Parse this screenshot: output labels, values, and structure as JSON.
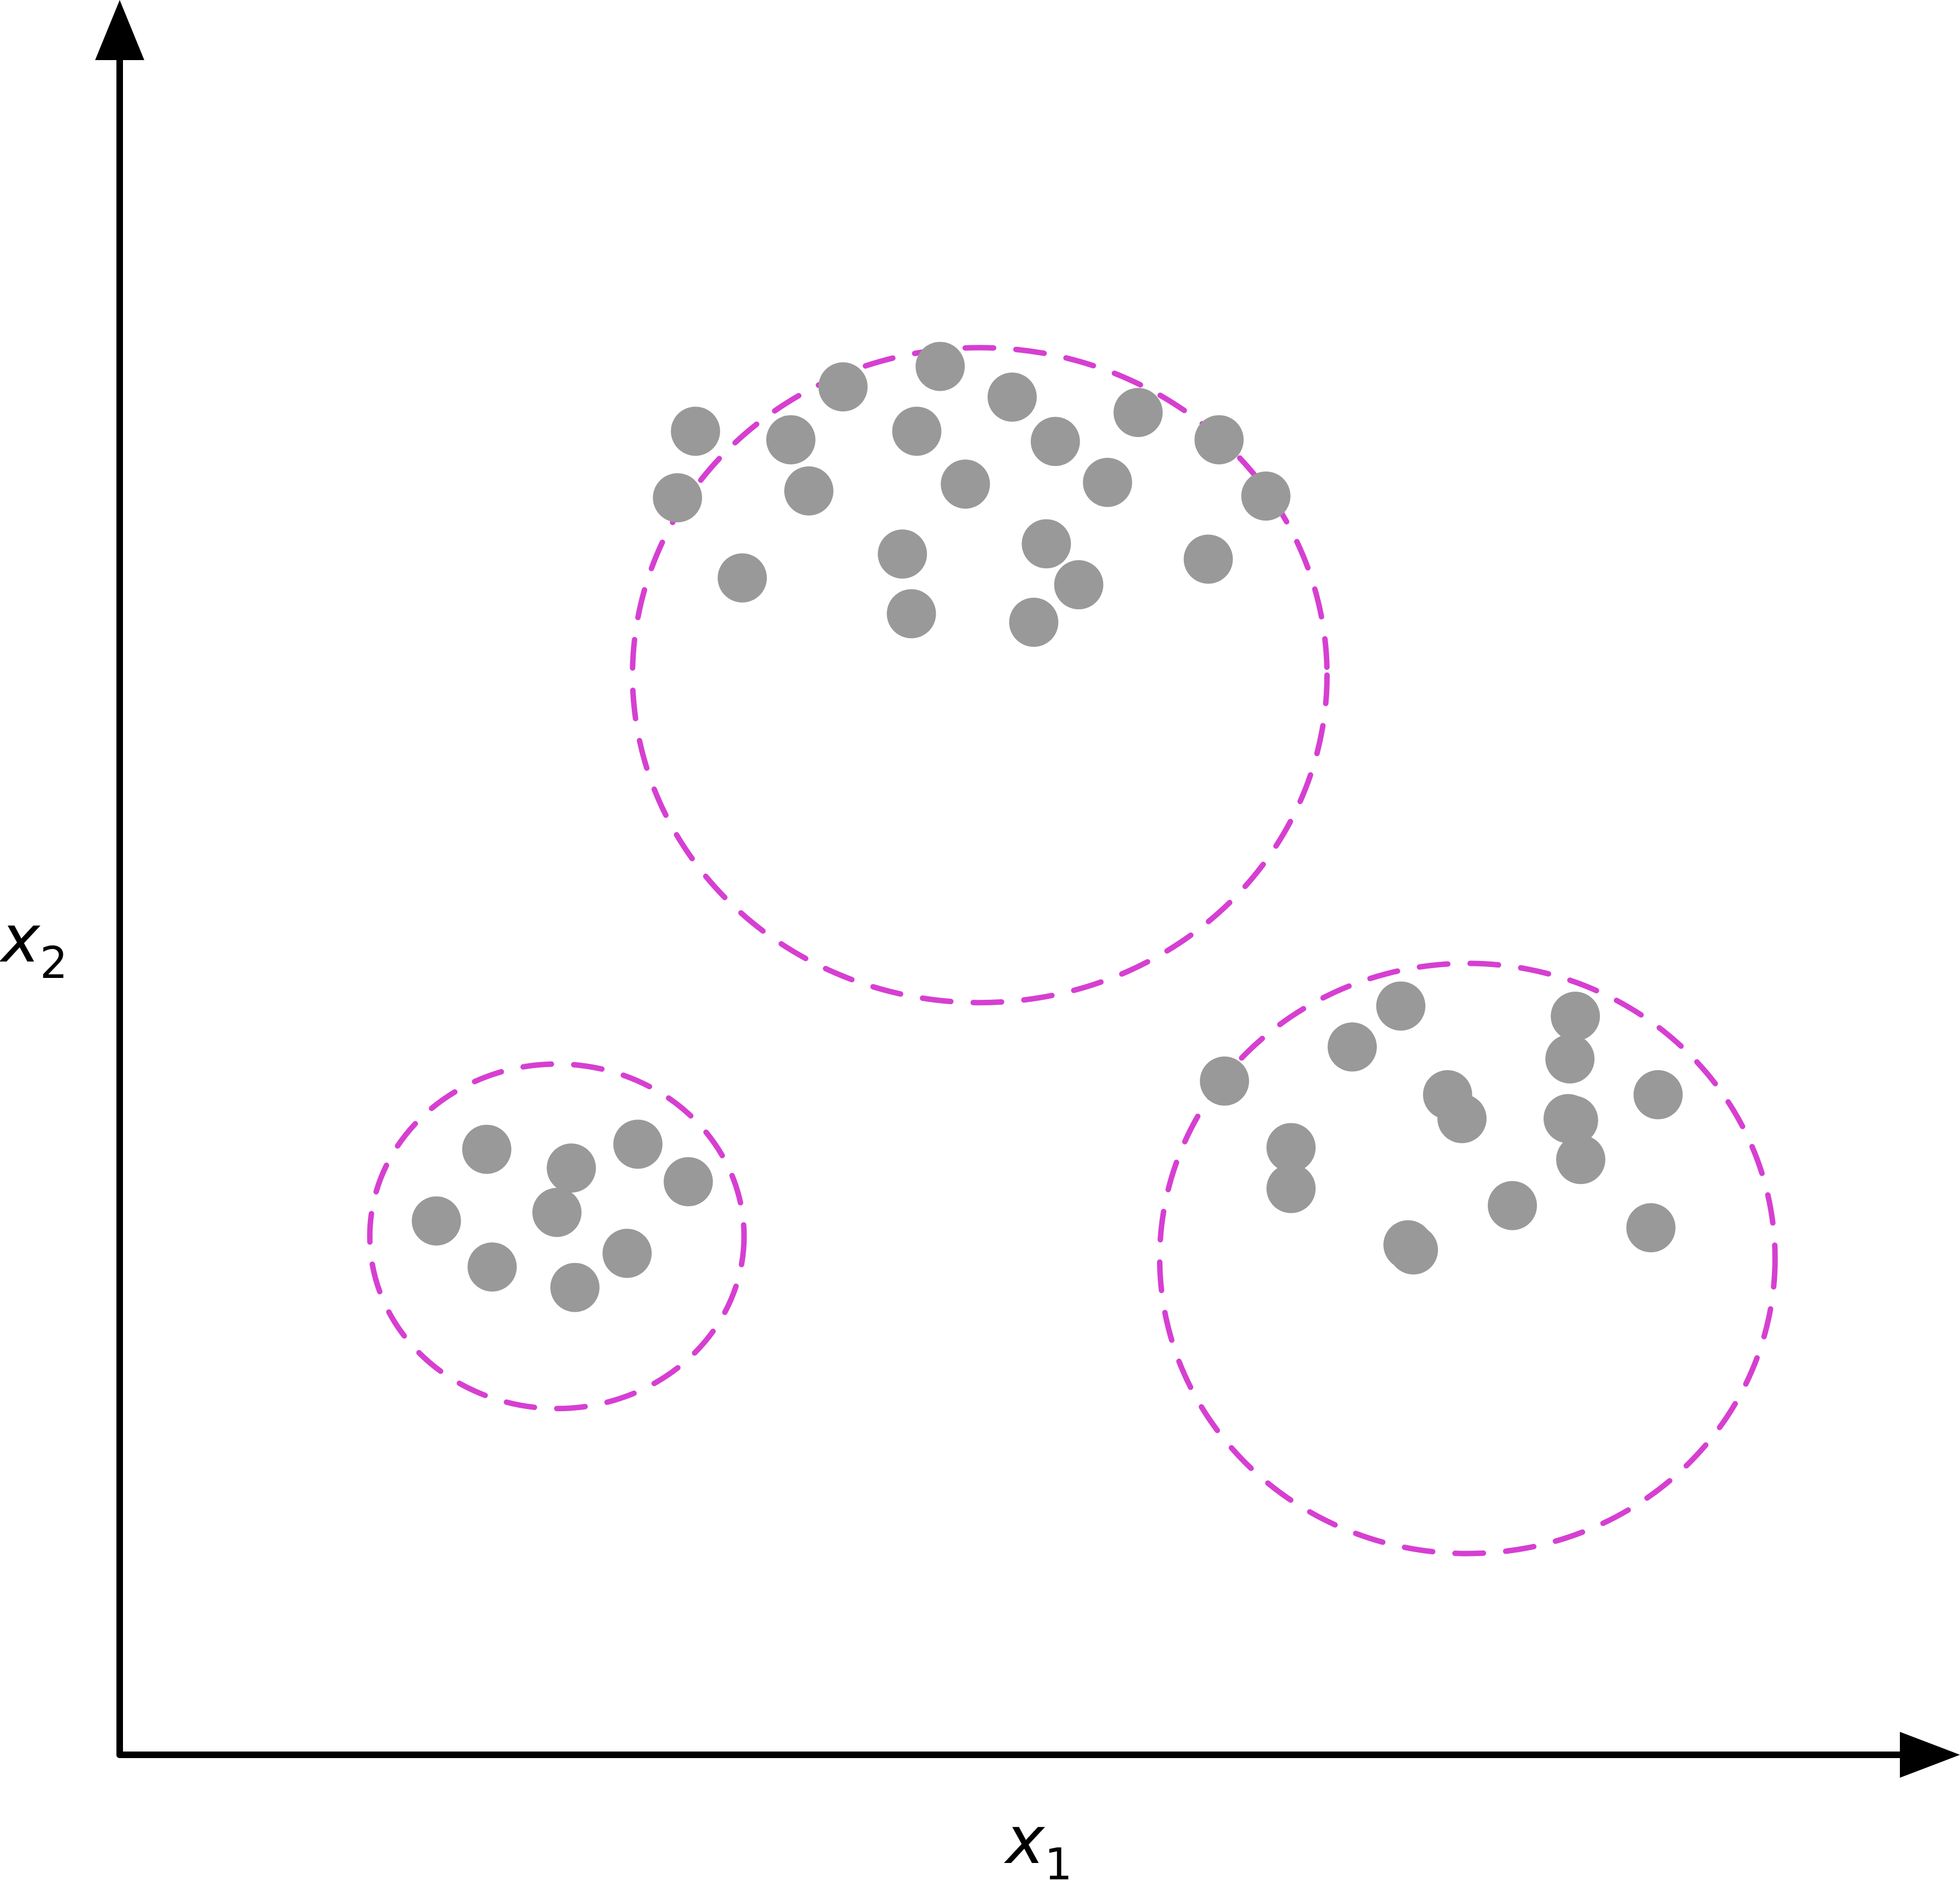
{
  "chart_data": {
    "type": "scatter",
    "title": "",
    "xlabel": "x",
    "xlabel_sub": "1",
    "ylabel": "x",
    "ylabel_sub": "2",
    "xlim": [
      0,
      100
    ],
    "ylim": [
      0,
      100
    ],
    "grid": false,
    "axis_ticks": false,
    "colors": {
      "point": "#999999",
      "cluster_outline": "#d63fd1",
      "axis": "#000000"
    },
    "clusters": [
      {
        "center": [
          47.8,
          63.3
        ],
        "radius": [
          19.3,
          19.2
        ],
        "points": [
          [
            45.6,
            81.4
          ],
          [
            40.2,
            80.2
          ],
          [
            49.6,
            79.6
          ],
          [
            56.6,
            78.7
          ],
          [
            32.0,
            77.6
          ],
          [
            37.3,
            77.1
          ],
          [
            44.3,
            77.6
          ],
          [
            52.0,
            77.0
          ],
          [
            61.1,
            77.1
          ],
          [
            31.0,
            73.7
          ],
          [
            38.3,
            74.1
          ],
          [
            47.0,
            74.5
          ],
          [
            54.9,
            74.6
          ],
          [
            63.7,
            73.8
          ],
          [
            43.5,
            70.4
          ],
          [
            51.5,
            71.0
          ],
          [
            60.5,
            70.1
          ],
          [
            34.6,
            69.0
          ],
          [
            53.3,
            68.6
          ],
          [
            44.0,
            66.9
          ],
          [
            50.8,
            66.4
          ]
        ]
      },
      {
        "center": [
          24.3,
          30.4
        ],
        "radius": [
          10.4,
          10.1
        ],
        "points": [
          [
            20.4,
            35.5
          ],
          [
            28.8,
            35.8
          ],
          [
            25.1,
            34.4
          ],
          [
            31.6,
            33.6
          ],
          [
            24.3,
            31.8
          ],
          [
            17.6,
            31.3
          ],
          [
            20.7,
            28.6
          ],
          [
            28.2,
            29.4
          ],
          [
            25.3,
            27.4
          ]
        ]
      },
      {
        "center": [
          74.9,
          29.1
        ],
        "radius": [
          17.1,
          17.3
        ],
        "points": [
          [
            71.2,
            43.9
          ],
          [
            80.9,
            43.3
          ],
          [
            68.5,
            41.5
          ],
          [
            80.6,
            40.8
          ],
          [
            61.4,
            39.5
          ],
          [
            73.8,
            38.7
          ],
          [
            85.5,
            38.7
          ],
          [
            74.6,
            37.3
          ],
          [
            80.5,
            37.3
          ],
          [
            80.8,
            37.2
          ],
          [
            65.1,
            35.6
          ],
          [
            81.2,
            34.9
          ],
          [
            65.1,
            33.2
          ],
          [
            77.4,
            32.2
          ],
          [
            71.6,
            29.9
          ],
          [
            71.9,
            29.6
          ],
          [
            85.1,
            30.9
          ]
        ]
      }
    ]
  }
}
